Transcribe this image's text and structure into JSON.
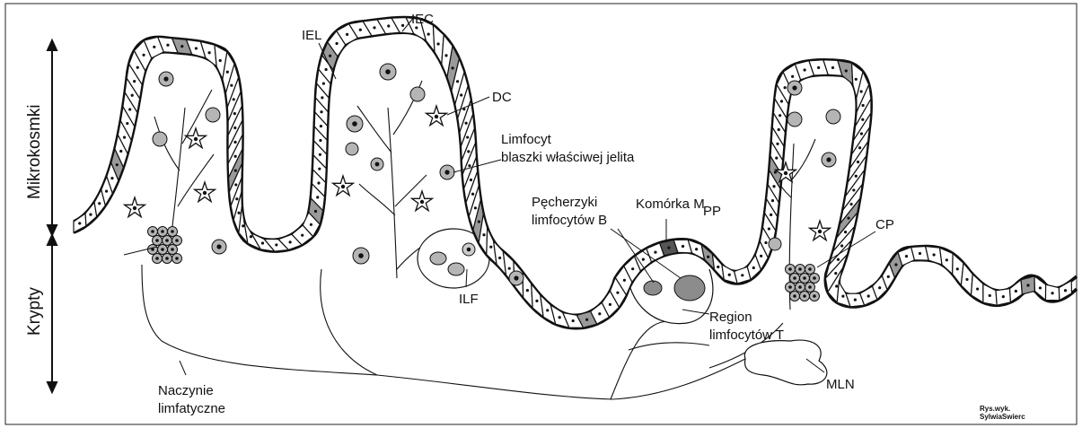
{
  "axis_labels": {
    "villi": "Mikrokosmki",
    "crypts": "Krypty"
  },
  "labels": {
    "iel": "IEL",
    "iec": "IEC",
    "dc": "DC",
    "lpl_1": "Limfocyt",
    "lpl_2": "blaszki właściwej jelita",
    "m_cell": "Komórka M",
    "b_follicles_1": "Pęcherzyki",
    "b_follicles_2": "limfocytów B",
    "pp": "PP",
    "cp": "CP",
    "ilf": "ILF",
    "t_region_1": "Region",
    "t_region_2": "limfocytów T",
    "mln": "MLN",
    "lymph_1": "Naczynie",
    "lymph_2": "limfatyczne"
  },
  "credit": {
    "line1": "Rys.wyk.",
    "line2": "SylwiaSwierc"
  },
  "colors": {
    "line": "#111111",
    "epithelium_cell": "#ffffff",
    "shaded_cell": "#9a9a9a",
    "m_cell": "#555555",
    "lymphocyte_fill": "#b5b5b5",
    "follicle_fill": "#8c8c8c",
    "background": "#ffffff"
  }
}
